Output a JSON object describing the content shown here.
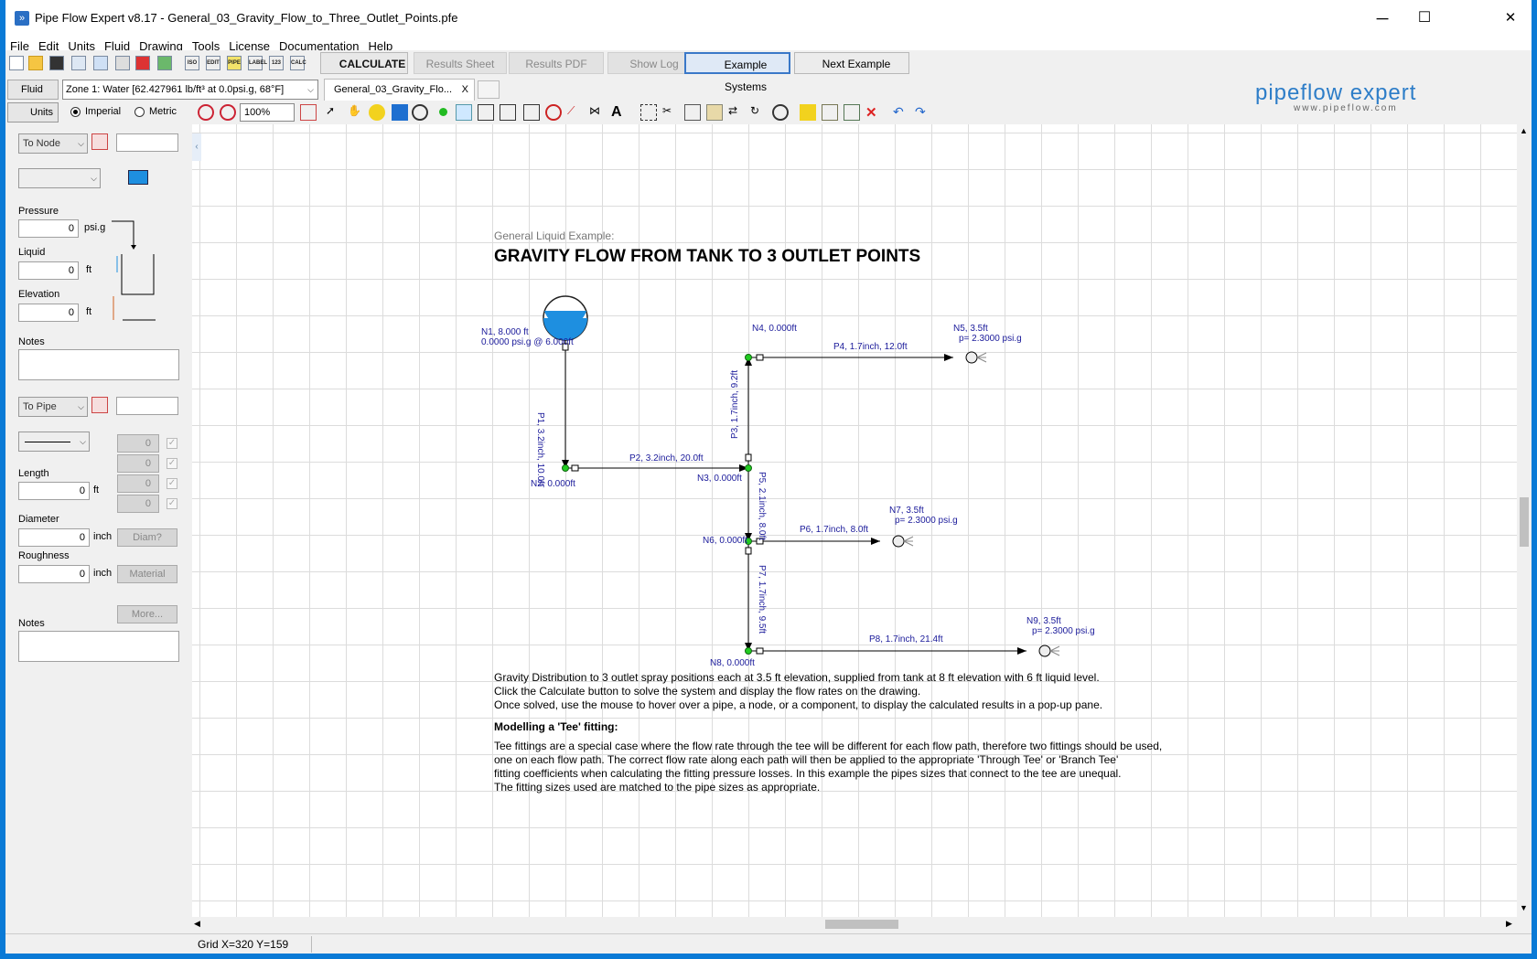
{
  "window": {
    "title": "Pipe Flow Expert v8.17 - General_03_Gravity_Flow_to_Three_Outlet_Points.pfe",
    "minimize": "─",
    "maximize": "☐",
    "close": "✕"
  },
  "menu": [
    "File",
    "Edit",
    "Units",
    "Fluid",
    "Drawing",
    "Tools",
    "License",
    "Documentation",
    "Help"
  ],
  "toolbar": {
    "small_icons": [
      "ISO",
      "EDIT",
      "PIPE",
      "LABEL",
      "123",
      "CALC"
    ],
    "calculate": "CALCULATE",
    "results_sheet": "Results Sheet",
    "results_pdf": "Results PDF",
    "show_log": "Show Log",
    "example_systems": "Example Systems",
    "next_example": "Next Example"
  },
  "fluid": {
    "button": "Fluid",
    "zone": "Zone 1: Water [62.427961 lb/ft³ at 0.0psi.g, 68°F]"
  },
  "doc_tab": {
    "label": "General_03_Gravity_Flo...",
    "close": "X"
  },
  "logo": {
    "main": "pipeflow expert",
    "sub": "www.pipeflow.com"
  },
  "units": {
    "button": "Units",
    "imperial": "Imperial",
    "metric": "Metric",
    "selected": "Imperial"
  },
  "zoom": "100%",
  "node_panel": {
    "to_node": "To Node",
    "pressure_label": "Pressure",
    "pressure_value": "0",
    "pressure_unit": "psi.g",
    "liquid_label": "Liquid",
    "liquid_value": "0",
    "liquid_unit": "ft",
    "elevation_label": "Elevation",
    "elevation_value": "0",
    "elevation_unit": "ft",
    "notes_label": "Notes"
  },
  "pipe_panel": {
    "to_pipe": "To Pipe",
    "fitting_counts": [
      "0",
      "0",
      "0",
      "0"
    ],
    "length_label": "Length",
    "length_value": "0",
    "length_unit": "ft",
    "diameter_label": "Diameter",
    "diameter_value": "0",
    "diameter_unit": "inch",
    "diam_button": "Diam?",
    "roughness_label": "Roughness",
    "roughness_value": "0",
    "roughness_unit": "inch",
    "material_button": "Material",
    "more_button": "More...",
    "notes_label": "Notes"
  },
  "drawing": {
    "subtitle": "General Liquid Example:",
    "title": "GRAVITY FLOW FROM TANK TO 3 OUTLET POINTS",
    "nodes": {
      "n1a": "N1, 8.000 ft",
      "n1b": "0.0000 psi.g @ 6.000ft",
      "n2": "N2, 0.000ft",
      "n3": "N3, 0.000ft",
      "n4": "N4, 0.000ft",
      "n5a": "N5, 3.5ft",
      "n5b": "p= 2.3000 psi.g",
      "n6": "N6, 0.000ft",
      "n7a": "N7, 3.5ft",
      "n7b": "p= 2.3000 psi.g",
      "n8": "N8, 0.000ft",
      "n9a": "N9, 3.5ft",
      "n9b": "p= 2.3000 psi.g"
    },
    "pipes": {
      "p1": "P1, 3.2inch, 10.0ft",
      "p2": "P2, 3.2inch, 20.0ft",
      "p3": "P3, 1.7inch, 9.2ft",
      "p4": "P4, 1.7inch, 12.0ft",
      "p5": "P5, 2.1inch, 8.0ft",
      "p6": "P6, 1.7inch, 8.0ft",
      "p7": "P7, 1.7inch, 9.5ft",
      "p8": "P8, 1.7inch, 21.4ft"
    },
    "para1": [
      "Gravity Distribution to 3 outlet spray positions each at 3.5 ft elevation, supplied from tank at 8 ft elevation with 6 ft liquid level.",
      "Click the Calculate button to solve the system and display the flow rates on the drawing.",
      "Once solved, use the mouse to hover over a pipe, a node, or a component, to display the calculated results in a pop-up pane."
    ],
    "heading2": "Modelling a 'Tee' fitting:",
    "para2": [
      "Tee fittings are a special case where the flow rate through the tee will be different for each flow path, therefore two fittings should be used,",
      "one on each flow path. The correct flow rate along each path will then be applied to the appropriate 'Through Tee' or 'Branch Tee'",
      "fitting coefficients when calculating the fitting pressure losses. In this example the pipes sizes that connect to the tee are unequal.",
      "The fitting sizes used are matched to the pipe sizes as appropriate."
    ]
  },
  "status": {
    "grid": "Grid  X=320  Y=159"
  },
  "colors": {
    "accent": "#0a7ad6",
    "tank_fill": "#1e8fe0",
    "node": "#22cc22",
    "label": "#1a1a9a"
  }
}
